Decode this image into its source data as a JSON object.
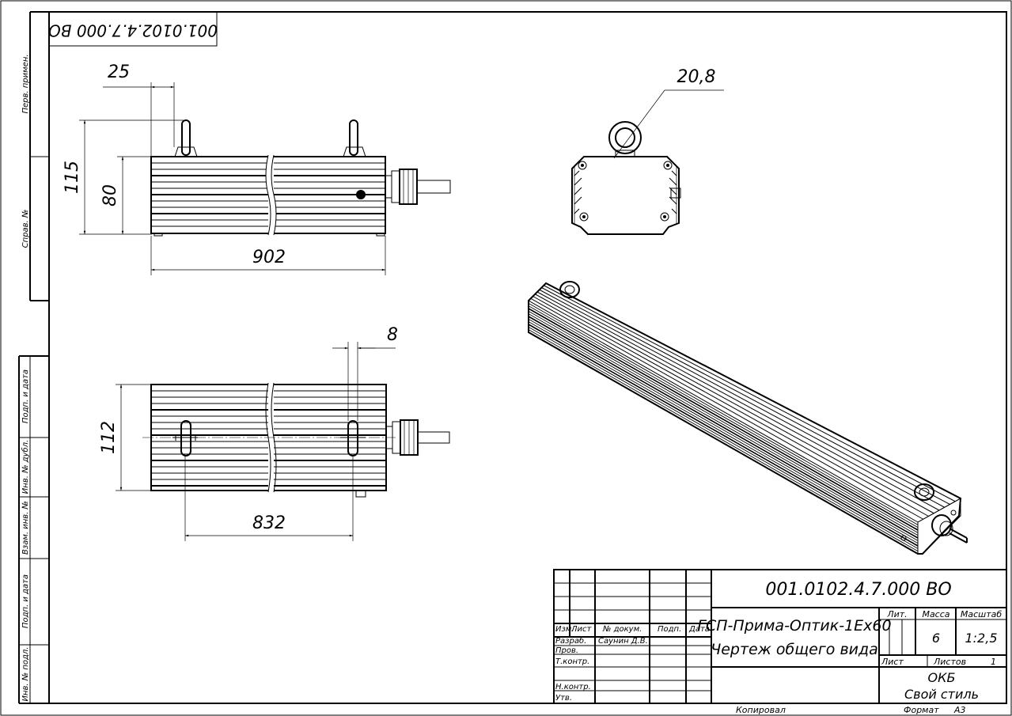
{
  "drawing": {
    "rotated_code": "001.0102.4.7.000 ВО",
    "dimensions": {
      "d25": "25",
      "d115": "115",
      "d80": "80",
      "d902": "902",
      "d8": "8",
      "d112": "112",
      "d832": "832",
      "d20_8": "20,8"
    },
    "side_labels": [
      "Перв. примен.",
      "Справ. №",
      "Подп. и дата",
      "Инв. № дубл.",
      "Взам. инв. №",
      "Подп. и дата",
      "Инв. № подл."
    ]
  },
  "title_block": {
    "code": "001.0102.4.7.000 ВО",
    "name_line1": "ГСП-Прима-Оптик-1Ex60",
    "name_line2": "Чертеж общего вида",
    "headers": {
      "izm": "Изм.",
      "list": "Лист",
      "doc": "№ докум.",
      "sign": "Подп.",
      "date": "Дата"
    },
    "rows": {
      "razrab": "Разраб.",
      "prov": "Пров.",
      "tkontr": "Т.контр.",
      "nkontr": "Н.контр.",
      "utv": "Утв."
    },
    "developer": "Саунин Д.В.",
    "lit_label": "Лит.",
    "mass_label": "Масса",
    "scale_label": "Масштаб",
    "mass": "6",
    "scale": "1:2,5",
    "sheet_label": "Лист",
    "sheets_label": "Листов",
    "sheets": "1",
    "org1": "ОКБ",
    "org2": "Свой стиль",
    "copied": "Копировал",
    "format_label": "Формат",
    "format": "А3"
  }
}
